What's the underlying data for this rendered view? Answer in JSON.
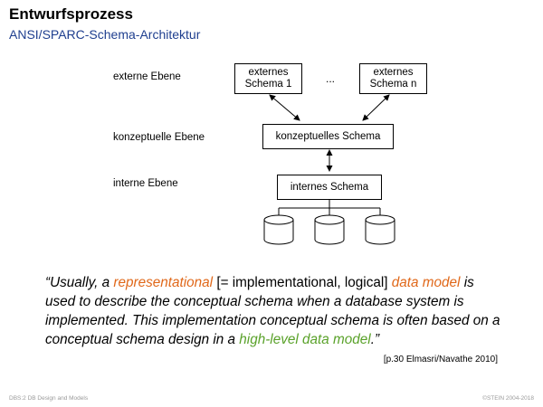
{
  "header": {
    "title": "Entwurfsprozess",
    "subtitle": "ANSI/SPARC-Schema-Architektur"
  },
  "diagram": {
    "levels": {
      "external": "externe Ebene",
      "conceptual": "konzeptuelle Ebene",
      "internal": "interne Ebene"
    },
    "external_schema_1": [
      "externes",
      "Schema 1"
    ],
    "external_schema_n": [
      "externes",
      "Schema n"
    ],
    "ellipsis": "...",
    "conceptual_schema": "konzeptuelles Schema",
    "internal_schema": "internes Schema",
    "database_count": 3
  },
  "quote": {
    "part1": "“Usually, a ",
    "representational": "representational",
    "part2": " [= implementational, logical] ",
    "data_model": "data model",
    "part3": " is used to describe the conceptual schema when a database system is implemented. This implementation conceptual schema is often based on a conceptual schema design in a ",
    "high_level": "high-level data model",
    "part4": ".”"
  },
  "citation": "[p.30 Elmasri/Navathe 2010]",
  "footer": {
    "left": "DBS:2   DB Design and Models",
    "right": "©STEIN 2004-2018"
  },
  "colors": {
    "subtitle": "#1f3f8f",
    "highlight_orange": "#e0681a",
    "highlight_green": "#5aa22a"
  }
}
